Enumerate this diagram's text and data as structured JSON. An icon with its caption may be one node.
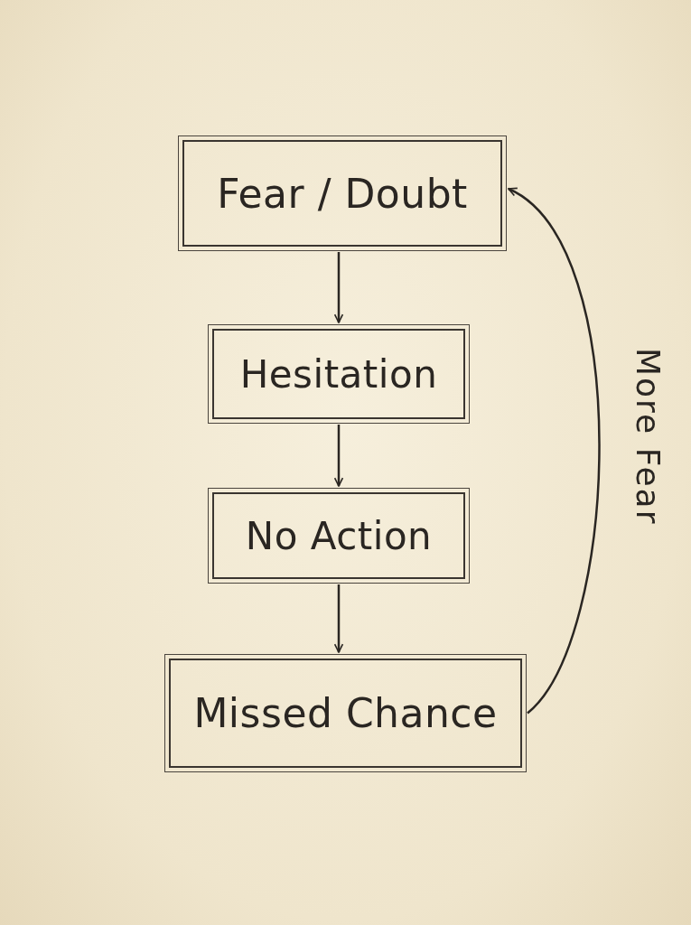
{
  "diagram": {
    "nodes": [
      {
        "text": [
          "Fear / Doubt"
        ]
      },
      {
        "text": [
          "Hesitation"
        ]
      },
      {
        "text": [
          "No Action"
        ]
      },
      {
        "text": [
          "Missed Chance"
        ]
      }
    ],
    "edges": [
      {
        "from": 0,
        "to": 1,
        "arrow": "to"
      },
      {
        "from": 1,
        "to": 2,
        "arrow": "to"
      },
      {
        "from": 2,
        "to": 3,
        "arrow": "to"
      },
      {
        "from": 3,
        "to": 0,
        "arrow": "to",
        "label": "More Fear"
      }
    ]
  }
}
